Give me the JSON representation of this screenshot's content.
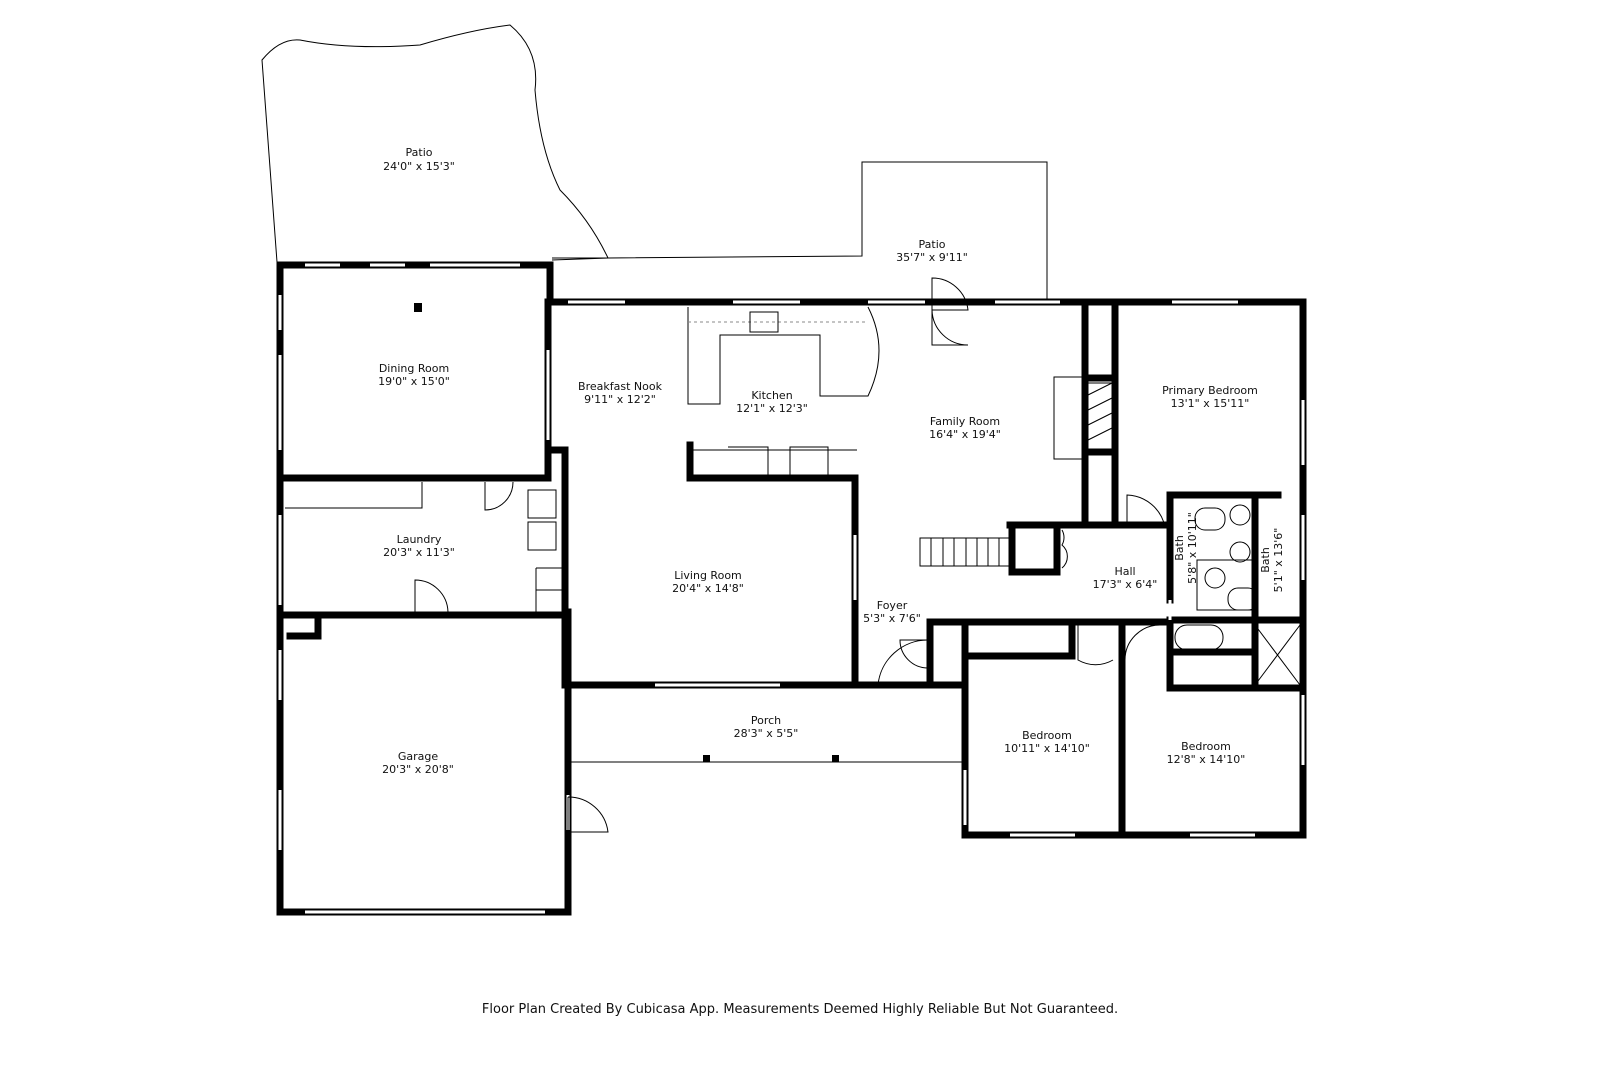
{
  "rooms": [
    {
      "name": "Patio",
      "size": "24'0\" x 15'3\""
    },
    {
      "name": "Patio",
      "size": "35'7\" x 9'11\""
    },
    {
      "name": "Dining Room",
      "size": "19'0\" x 15'0\""
    },
    {
      "name": "Breakfast Nook",
      "size": "9'11\" x 12'2\""
    },
    {
      "name": "Kitchen",
      "size": "12'1\" x 12'3\""
    },
    {
      "name": "Family Room",
      "size": "16'4\" x 19'4\""
    },
    {
      "name": "Primary Bedroom",
      "size": "13'1\" x 15'11\""
    },
    {
      "name": "Laundry",
      "size": "20'3\" x 11'3\""
    },
    {
      "name": "Living Room",
      "size": "20'4\" x 14'8\""
    },
    {
      "name": "Foyer",
      "size": "5'3\" x 7'6\""
    },
    {
      "name": "Hall",
      "size": "17'3\" x 6'4\""
    },
    {
      "name": "Bath",
      "size": "5'8\" x 10'11\""
    },
    {
      "name": "Bath",
      "size": "5'1\" x 13'6\""
    },
    {
      "name": "Porch",
      "size": "28'3\" x 5'5\""
    },
    {
      "name": "Garage",
      "size": "20'3\" x 20'8\""
    },
    {
      "name": "Bedroom",
      "size": "10'11\" x 14'10\""
    },
    {
      "name": "Bedroom",
      "size": "12'8\" x 14'10\""
    }
  ],
  "footer": "Floor Plan Created By Cubicasa App. Measurements Deemed Highly Reliable But Not Guaranteed."
}
